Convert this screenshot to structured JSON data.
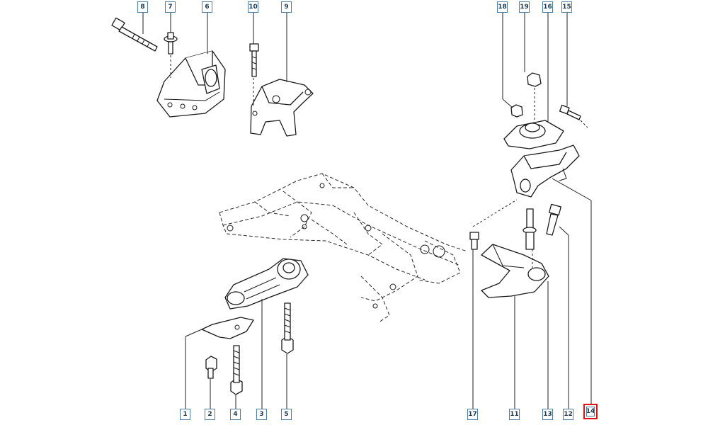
{
  "diagram": {
    "callouts": [
      {
        "label": "8"
      },
      {
        "label": "7"
      },
      {
        "label": "6"
      },
      {
        "label": "10"
      },
      {
        "label": "9"
      },
      {
        "label": "18"
      },
      {
        "label": "19"
      },
      {
        "label": "16"
      },
      {
        "label": "15"
      },
      {
        "label": "1"
      },
      {
        "label": "2"
      },
      {
        "label": "4"
      },
      {
        "label": "3"
      },
      {
        "label": "5"
      },
      {
        "label": "17"
      },
      {
        "label": "11"
      },
      {
        "label": "13"
      },
      {
        "label": "12"
      },
      {
        "label": "14"
      }
    ],
    "highlighted_callout": "14",
    "colors": {
      "callout_border": "#4a7fa8",
      "highlight_border": "#e01010",
      "line": "#1a1a1a"
    }
  }
}
